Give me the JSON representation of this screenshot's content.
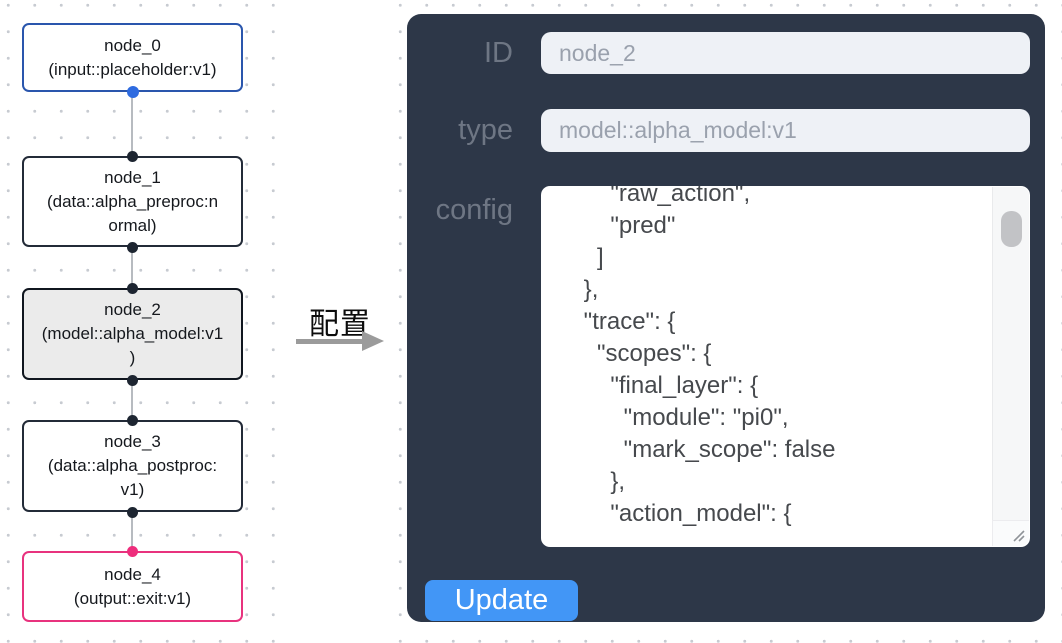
{
  "canvas": {
    "nodes": [
      {
        "id": "node_0",
        "title": "node_0",
        "subtitle": "(input::placeholder:v1)",
        "role": "input",
        "selected": false
      },
      {
        "id": "node_1",
        "title": "node_1",
        "subtitle": "(data::alpha_preproc:n\normal)",
        "role": "data",
        "selected": false
      },
      {
        "id": "node_2",
        "title": "node_2",
        "subtitle": "(model::alpha_model:v1\n)",
        "role": "model",
        "selected": true
      },
      {
        "id": "node_3",
        "title": "node_3",
        "subtitle": "(data::alpha_postproc:\nv1)",
        "role": "data",
        "selected": false
      },
      {
        "id": "node_4",
        "title": "node_4",
        "subtitle": "(output::exit:v1)",
        "role": "output",
        "selected": false
      }
    ]
  },
  "annotation": {
    "label": "配置"
  },
  "panel": {
    "fields": [
      {
        "label": "ID",
        "value": "node_2"
      },
      {
        "label": "type",
        "value": "model::alpha_model:v1"
      }
    ],
    "config": {
      "label": "config",
      "text": "        \"raw_action\",\n        \"pred\"\n      ]\n    },\n    \"trace\": {\n      \"scopes\": {\n        \"final_layer\": {\n          \"module\": \"pi0\",\n          \"mark_scope\": false\n        },\n        \"action_model\": {"
    },
    "update_label": "Update"
  },
  "colors": {
    "panel_bg": "#2d3748",
    "update_button": "#4296f6",
    "input_node_border": "#2a56ad",
    "output_node_border": "#e8327e",
    "selected_node_bg": "#ebebeb",
    "default_node_border": "#232b38",
    "handle_blue": "#2e6be0",
    "handle_pink": "#ee2d7c",
    "handle_dark": "#1d2531",
    "field_bg": "#eef1f6",
    "field_text": "#9aa1ad",
    "label_text": "#6e7684"
  }
}
